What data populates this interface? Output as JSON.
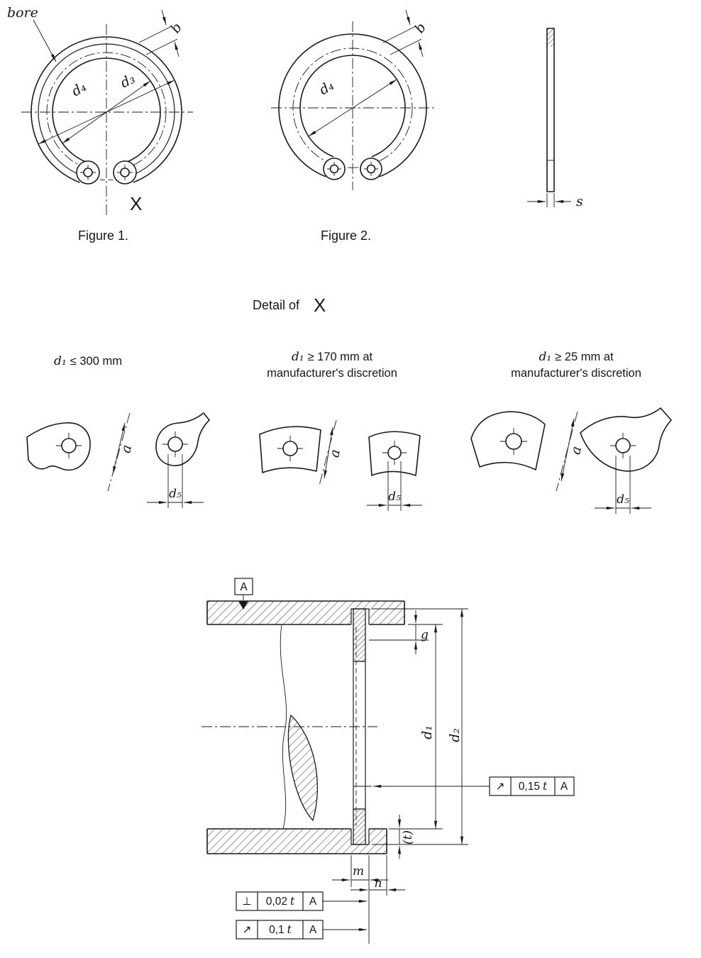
{
  "figures": {
    "bore": "bore",
    "caption1": "Figure 1.",
    "caption2": "Figure 2.",
    "b": "b",
    "d3": "d₃",
    "d4": "d₄",
    "s": "s",
    "x": "X"
  },
  "detail": {
    "title": "Detail of",
    "title_ref": "X",
    "a": "a",
    "d5": "d₅",
    "variants": [
      {
        "var": "d₁",
        "cond": "≤ 300 mm",
        "note": ""
      },
      {
        "var": "d₁",
        "cond": "≥ 170 mm at",
        "note": "manufacturer's discretion"
      },
      {
        "var": "d₁",
        "cond": "≥ 25 mm at",
        "note": "manufacturer's discretion"
      }
    ]
  },
  "assembly": {
    "datum": "A",
    "g": "g",
    "d1": "d₁",
    "d2": "d₂",
    "t": "(t)",
    "m": "m",
    "n": "n",
    "frames": [
      {
        "symbol": "↗",
        "value": "0,15",
        "tvar": "t",
        "datum": "A"
      },
      {
        "symbol": "⊥",
        "value": "0,02",
        "tvar": "t",
        "datum": "A"
      },
      {
        "symbol": "↗",
        "value": "0,1",
        "tvar": "t",
        "datum": "A"
      }
    ]
  }
}
